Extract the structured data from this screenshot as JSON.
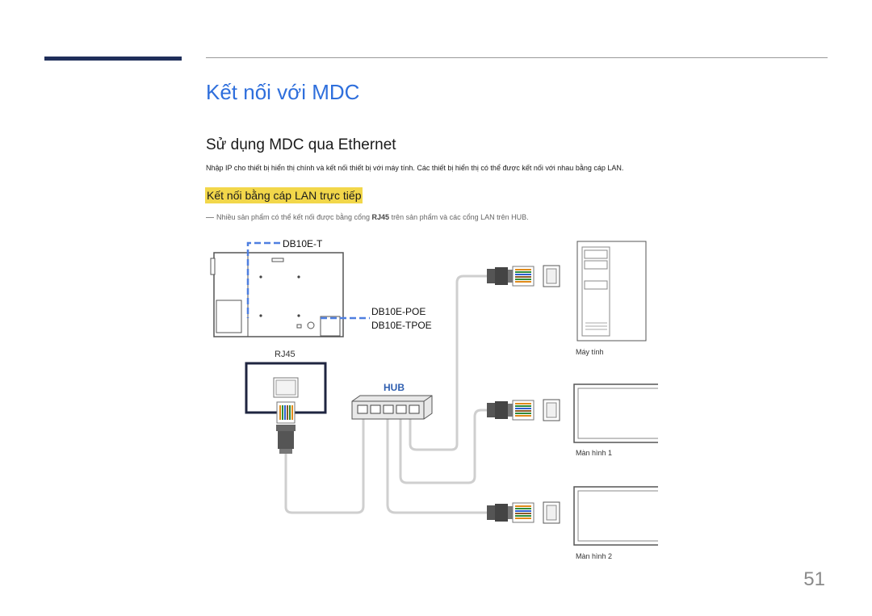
{
  "page": {
    "title": "Kết nối với MDC",
    "section_title": "Sử dụng MDC qua Ethernet",
    "intro": "Nhập IP cho thiết bị hiển thị chính và kết nối thiết bị với máy tính. Các thiết bị hiển thị có thể được kết nối với nhau bằng cáp LAN.",
    "subsection_title": "Kết nối bằng cáp LAN trực tiếp",
    "note": {
      "before": "Nhiều sản phẩm có thể kết nối được bằng cổng ",
      "bold": "RJ45",
      "after": " trên sản phẩm và các cổng LAN trên HUB."
    },
    "page_number": "51"
  },
  "diagram": {
    "model_top": "DB10E-T",
    "model_poe": "DB10E-POE",
    "model_tpoe": "DB10E-TPOE",
    "port_label": "RJ45",
    "hub_label": "HUB",
    "computer_label": "Máy tính",
    "display1_label": "Màn hình 1",
    "display2_label": "Màn hình 2",
    "accent_color": "#4f7fe0",
    "hub_label_color": "#2f5fb0"
  }
}
